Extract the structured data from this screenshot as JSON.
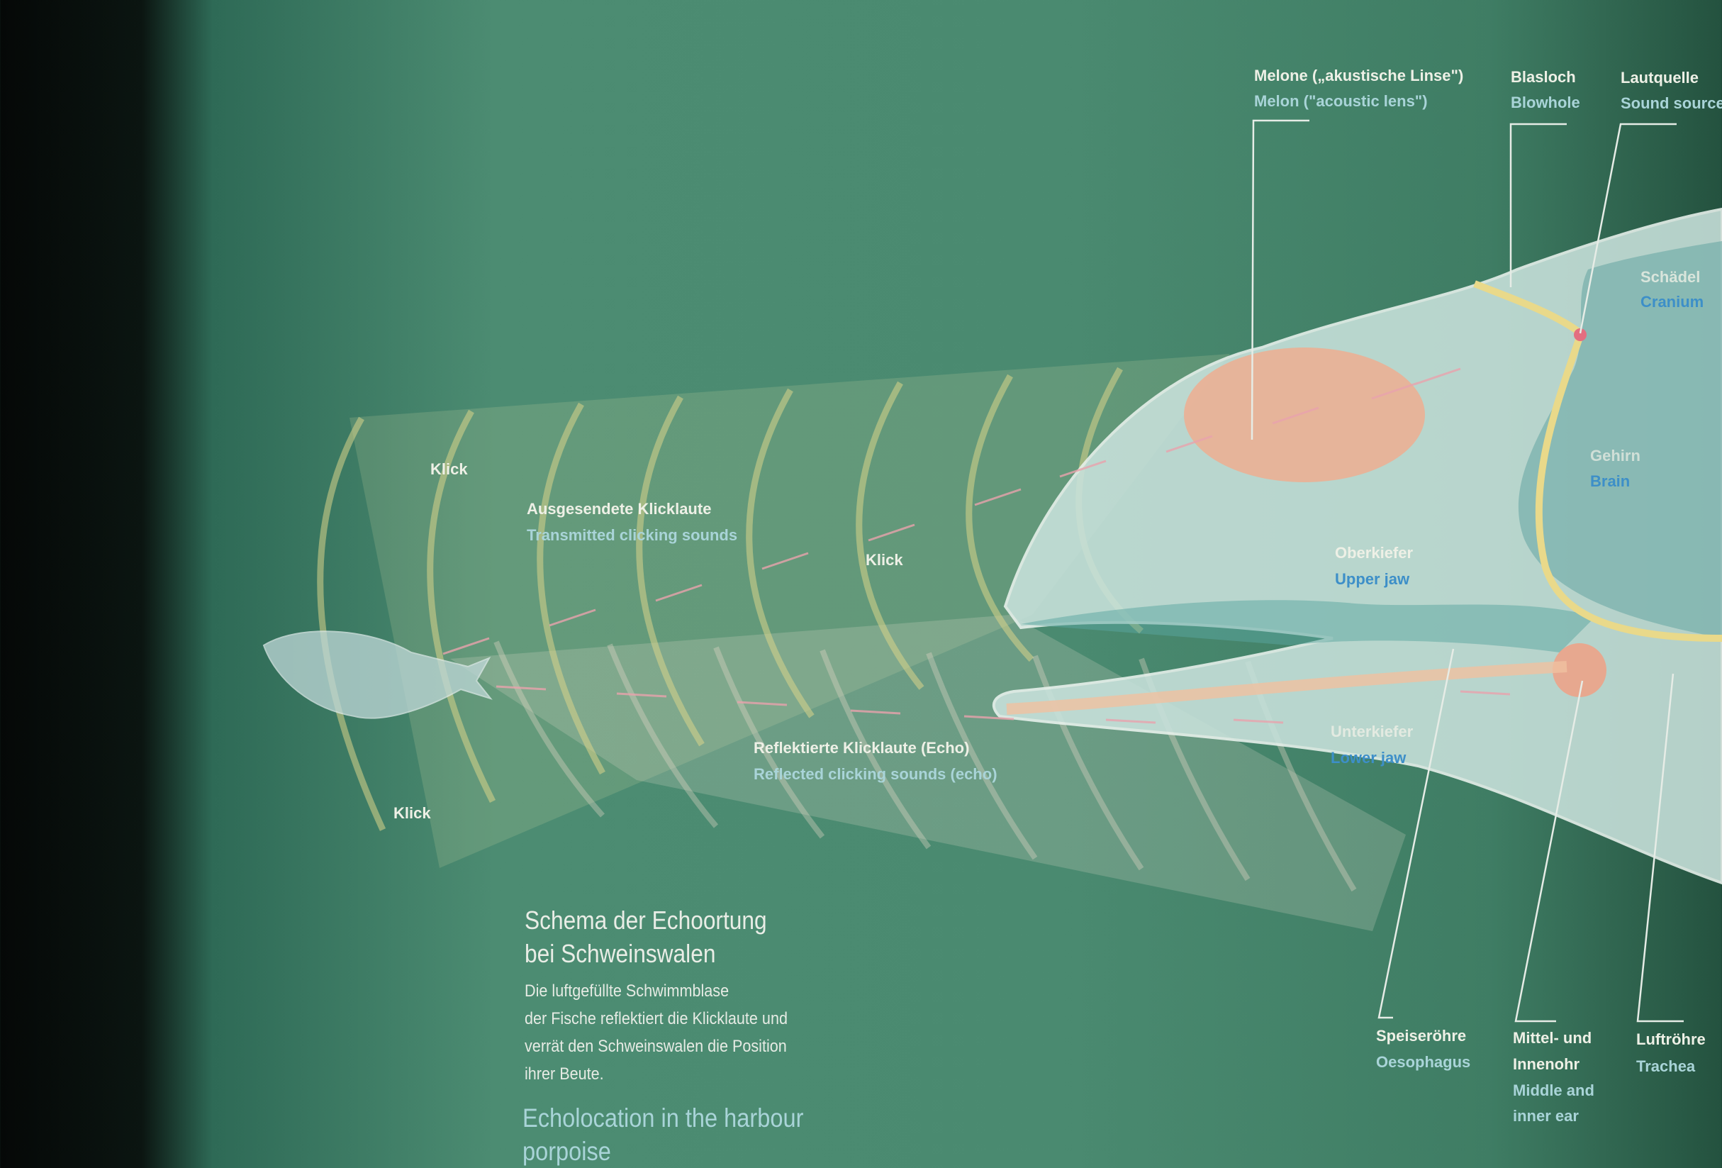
{
  "labels": {
    "melon_de": "Melone („akustische Linse\")",
    "melon_en": "Melon (\"acoustic lens\")",
    "blowhole_de": "Blasloch",
    "blowhole_en": "Blowhole",
    "sound_de": "Lautquelle",
    "sound_en": "Sound source",
    "cranium_de": "Schädel",
    "cranium_en": "Cranium",
    "brain_de": "Gehirn",
    "brain_en": "Brain",
    "upperjaw_de": "Oberkiefer",
    "upperjaw_en": "Upper jaw",
    "lowerjaw_de": "Unterkiefer",
    "lowerjaw_en": "Lower jaw",
    "oesophagus_de": "Speiseröhre",
    "oesophagus_en": "Oesophagus",
    "ear_de_1": "Mittel- und",
    "ear_de_2": "Innenohr",
    "ear_en_1": "Middle and",
    "ear_en_2": "inner ear",
    "trachea_de": "Luftröhre",
    "trachea_en": "Trachea",
    "klick": "Klick",
    "transmitted_de": "Ausgesendete Klicklaute",
    "transmitted_en": "Transmitted clicking sounds",
    "reflected_de": "Reflektierte Klicklaute (Echo)",
    "reflected_en": "Reflected clicking sounds (echo)"
  },
  "text": {
    "title_1": "Schema der Echoortung",
    "title_2": "bei Schweinswalen",
    "body_1": "Die luftgefüllte Schwimmblase",
    "body_2": "der Fische reflektiert die Klicklaute und",
    "body_3": "verrät den Schweinswalen die Position",
    "body_4": "ihrer Beute.",
    "en_title_1": "Echolocation in the harbour",
    "en_title_2": "porpoise"
  },
  "colors": {
    "background": "#4a8a70",
    "arcs": "#d9d48a",
    "melon": "#f6b08f",
    "label_en": "#a9d4d8"
  }
}
